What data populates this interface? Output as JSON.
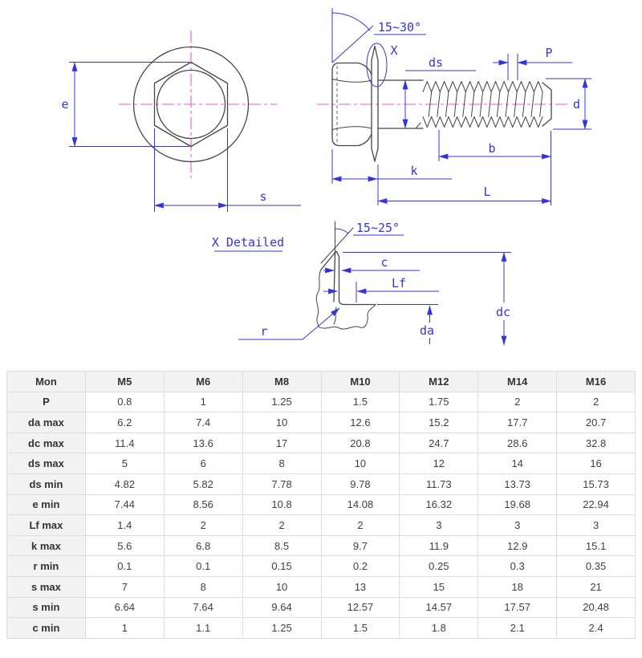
{
  "drawing": {
    "front_view": {
      "dim_e": "e",
      "dim_s": "s"
    },
    "side_view": {
      "angle": "15~30°",
      "detail_marker": "X",
      "dim_ds": "ds",
      "dim_p": "P",
      "dim_d": "d",
      "dim_b": "b",
      "dim_k": "k",
      "dim_l": "L"
    },
    "detail_view": {
      "title": "X Detailed",
      "angle": "15~25°",
      "dim_c": "c",
      "dim_lf": "Lf",
      "dim_dc": "dc",
      "dim_da": "da",
      "dim_r": "r"
    },
    "colors": {
      "dimension_blue": "#3434dd",
      "centerline_magenta": "#ff50d7",
      "outline_gray": "#454545"
    }
  },
  "table": {
    "columns": [
      "Mon",
      "M5",
      "M6",
      "M8",
      "M10",
      "M12",
      "M14",
      "M16"
    ],
    "rows": [
      {
        "label": "P",
        "values": [
          "0.8",
          "1",
          "1.25",
          "1.5",
          "1.75",
          "2",
          "2"
        ]
      },
      {
        "label": "da max",
        "values": [
          "6.2",
          "7.4",
          "10",
          "12.6",
          "15.2",
          "17.7",
          "20.7"
        ]
      },
      {
        "label": "dc max",
        "values": [
          "11.4",
          "13.6",
          "17",
          "20.8",
          "24.7",
          "28.6",
          "32.8"
        ]
      },
      {
        "label": "ds max",
        "values": [
          "5",
          "6",
          "8",
          "10",
          "12",
          "14",
          "16"
        ]
      },
      {
        "label": "ds min",
        "values": [
          "4.82",
          "5.82",
          "7.78",
          "9.78",
          "11.73",
          "13.73",
          "15.73"
        ]
      },
      {
        "label": "e min",
        "values": [
          "7.44",
          "8.56",
          "10.8",
          "14.08",
          "16.32",
          "19.68",
          "22.94"
        ]
      },
      {
        "label": "Lf max",
        "values": [
          "1.4",
          "2",
          "2",
          "2",
          "3",
          "3",
          "3"
        ]
      },
      {
        "label": "k max",
        "values": [
          "5.6",
          "6.8",
          "8.5",
          "9.7",
          "11.9",
          "12.9",
          "15.1"
        ]
      },
      {
        "label": "r min",
        "values": [
          "0.1",
          "0.1",
          "0.15",
          "0.2",
          "0.25",
          "0.3",
          "0.35"
        ]
      },
      {
        "label": "s max",
        "values": [
          "7",
          "8",
          "10",
          "13",
          "15",
          "18",
          "21"
        ]
      },
      {
        "label": "s min",
        "values": [
          "6.64",
          "7.64",
          "9.64",
          "12.57",
          "14.57",
          "17.57",
          "20.48"
        ]
      },
      {
        "label": "c min",
        "values": [
          "1",
          "1.1",
          "1.25",
          "1.5",
          "1.8",
          "2.1",
          "2.4"
        ]
      }
    ]
  }
}
